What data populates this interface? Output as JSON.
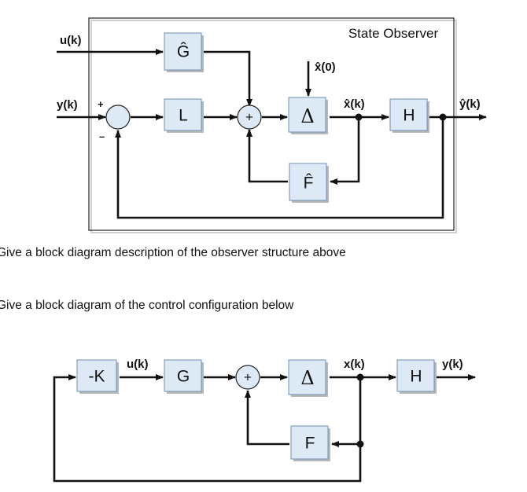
{
  "observer": {
    "title": "State Observer",
    "blocks": {
      "g": "Ĝ",
      "l": "L",
      "delta": "Δ",
      "h": "H",
      "f": "F̂"
    },
    "signals": {
      "u": "u(k)",
      "y": "y(k)",
      "x0": "x̂(0)",
      "xhat": "x̂(k)",
      "yhat": "ŷ(k)"
    },
    "signs": {
      "plus_y": "+",
      "minus": "–",
      "plus_sum": "+"
    }
  },
  "questions": {
    "q1": "Give a block diagram description of the observer structure above",
    "q2": "Give a block diagram of the control configuration below"
  },
  "control": {
    "blocks": {
      "k": "-K",
      "g": "G",
      "delta": "Δ",
      "h": "H",
      "f": "F"
    },
    "signals": {
      "u": "u(k)",
      "x": "x(k)",
      "y": "y(k)"
    },
    "signs": {
      "plus_sum": "+"
    }
  }
}
